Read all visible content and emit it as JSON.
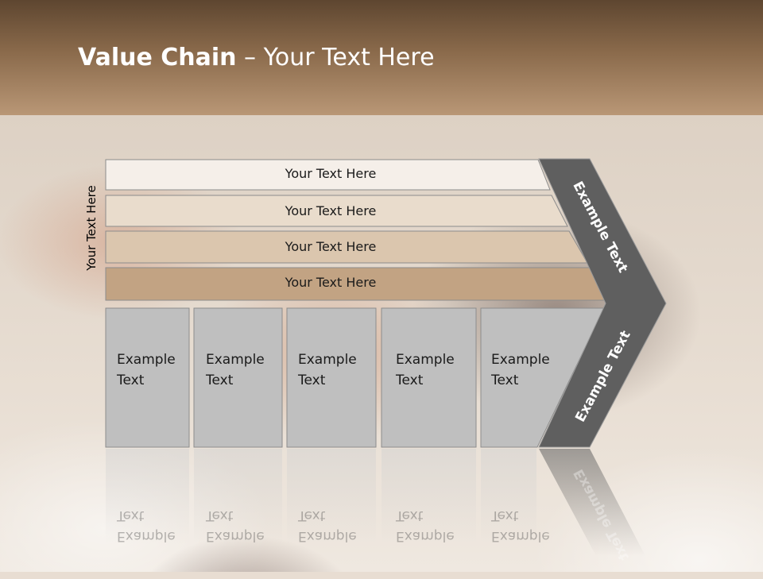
{
  "title": {
    "bold": "Value Chain",
    "rest": " – Your Text Here"
  },
  "side_label": "Your Text Here",
  "rows": [
    {
      "label": "Your Text Here",
      "color": "#f5efe9"
    },
    {
      "label": "Your Text Here",
      "color": "#e9dccc"
    },
    {
      "label": "Your Text Here",
      "color": "#dbc6ae"
    },
    {
      "label": "Your Text Here",
      "color": "#c2a383"
    }
  ],
  "boxes": [
    {
      "line1": "Example",
      "line2": "Text"
    },
    {
      "line1": "Example",
      "line2": "Text"
    },
    {
      "line1": "Example",
      "line2": "Text"
    },
    {
      "line1": "Example",
      "line2": "Text"
    },
    {
      "line1": "Example",
      "line2": "Text"
    }
  ],
  "arrow": {
    "upper_label": "Example Text",
    "lower_label": "Example Text",
    "reflection_label": "Example Text"
  },
  "colors": {
    "header_dark": "#5e4630",
    "header_light": "#b99776",
    "box_fill": "#bfbfbf",
    "arrow_fill": "#5f5f5f"
  }
}
